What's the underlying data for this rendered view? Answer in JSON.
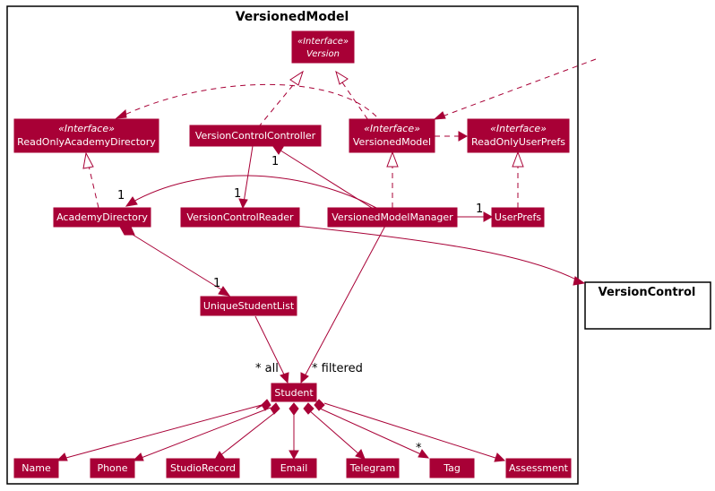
{
  "package": {
    "title": "VersionedModel"
  },
  "external": {
    "title": "VersionControl"
  },
  "stereotype_interface": "«Interface»",
  "nodes": {
    "version": "Version",
    "read_only_academy_directory": "ReadOnlyAcademyDirectory",
    "version_control_controller": "VersionControlController",
    "versioned_model": "VersionedModel",
    "read_only_user_prefs": "ReadOnlyUserPrefs",
    "academy_directory": "AcademyDirectory",
    "version_control_reader": "VersionControlReader",
    "versioned_model_manager": "VersionedModelManager",
    "user_prefs": "UserPrefs",
    "unique_student_list": "UniqueStudentList",
    "student": "Student",
    "name": "Name",
    "phone": "Phone",
    "studio_record": "StudioRecord",
    "email": "Email",
    "telegram": "Telegram",
    "tag": "Tag",
    "assessment": "Assessment"
  },
  "multiplicities": {
    "vmm_to_vcc": "1",
    "vcc_to_vcr": "1",
    "vmm_to_academy_directory": "1",
    "vmm_to_user_prefs": "1",
    "academy_directory_to_unique_list": "1",
    "unique_list_to_student": "* all",
    "vmm_to_student": "* filtered",
    "student_to_tag": "*"
  }
}
